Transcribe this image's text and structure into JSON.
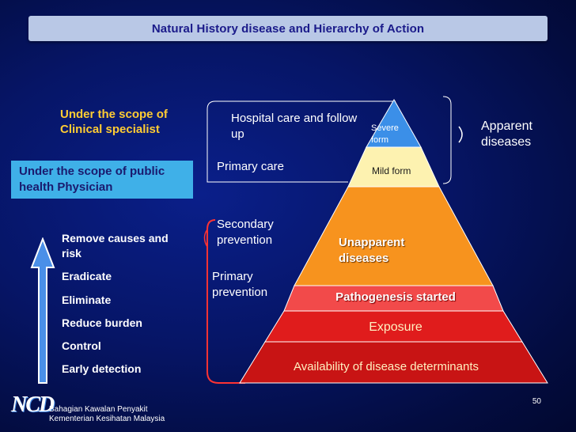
{
  "title": "Natural History disease and Hierarchy of Action",
  "left_labels": {
    "clinical": "Under the scope of Clinical specialist",
    "public_health": "Under the scope of public health Physician"
  },
  "actions": [
    "Remove causes and risk",
    "Eradicate",
    "Eliminate",
    "Reduce burden",
    "Control",
    "Early detection"
  ],
  "care_labels": {
    "hospital": "Hospital care and follow up",
    "primary_care": "Primary care",
    "secondary": "Secondary prevention",
    "primary_prev": "Primary prevention"
  },
  "pyramid": {
    "severe": "Severe form",
    "mild": "Mild form",
    "unapparent": "Unapparent diseases",
    "pathogenesis": "Pathogenesis started",
    "exposure": "Exposure",
    "availability": "Availability of disease determinants"
  },
  "apparent": "Apparent diseases",
  "page_number": "50",
  "logo": {
    "mark": "NCD",
    "line1": "Bahagian Kawalan Penyakit",
    "line2": "Kementerian Kesihatan Malaysia"
  },
  "colors": {
    "background": "#061566",
    "title_bar": "#b9c8e6",
    "severe": "#3b8fe8",
    "mild": "#fdf2b0",
    "unapparent": "#f7931e",
    "pathogenesis": "#f24a4a",
    "exposure": "#e01c1c",
    "availability": "#c81414",
    "arrow": "#4a8fe8",
    "bracket_red": "#ff3333"
  }
}
